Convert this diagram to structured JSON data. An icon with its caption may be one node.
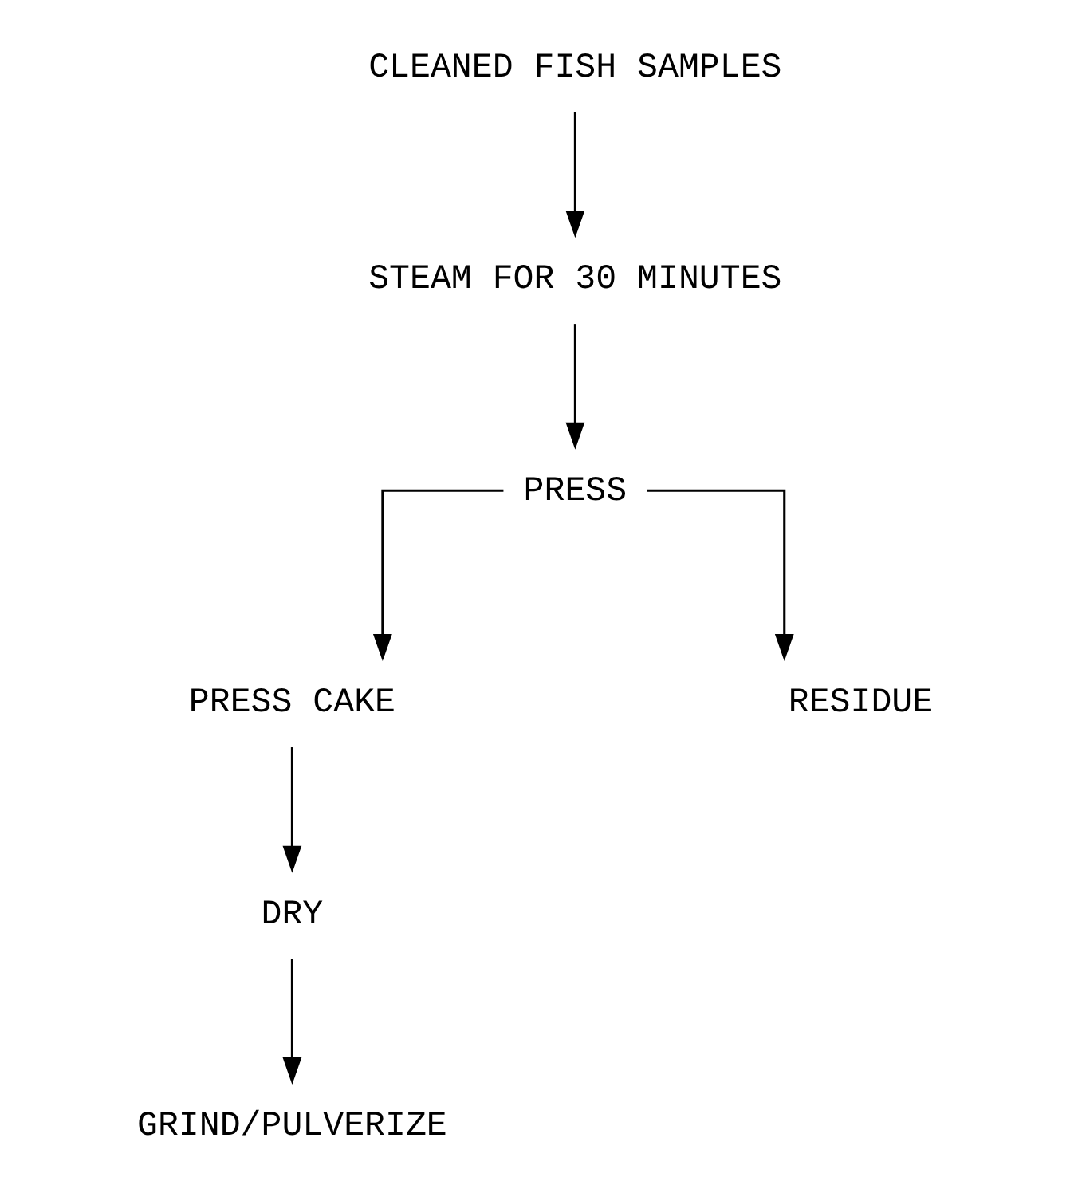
{
  "diagram": {
    "nodes": [
      {
        "text": [
          "CLEANED FISH SAMPLES"
        ]
      },
      {
        "text": [
          "STEAM FOR 30 MINUTES"
        ]
      },
      {
        "text": [
          "PRESS"
        ]
      },
      {
        "text": [
          "PRESS CAKE"
        ]
      },
      {
        "text": [
          "RESIDUE"
        ]
      },
      {
        "text": [
          "DRY"
        ]
      },
      {
        "text": [
          "GRIND/PULVERIZE"
        ]
      }
    ],
    "edges": [
      {
        "from": 0,
        "to": 1,
        "arrow": "to"
      },
      {
        "from": 1,
        "to": 2,
        "arrow": "to"
      },
      {
        "from": 2,
        "to": 3,
        "arrow": "to"
      },
      {
        "from": 2,
        "to": 4,
        "arrow": "to"
      },
      {
        "from": 3,
        "to": 5,
        "arrow": "to"
      },
      {
        "from": 5,
        "to": 6,
        "arrow": "to"
      }
    ]
  }
}
